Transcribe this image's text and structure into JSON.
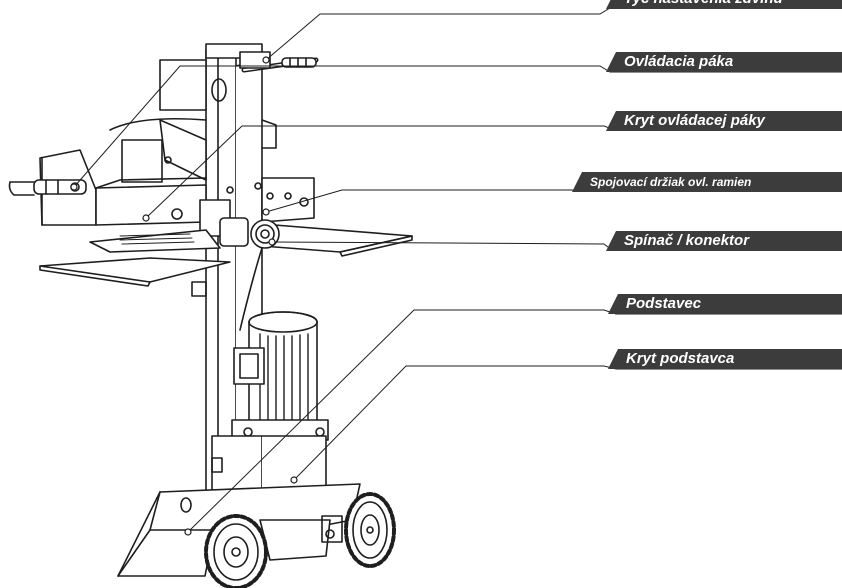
{
  "labels": {
    "stroke_rod": "Tyč nastavenia zdvihu",
    "control_lever": "Ovládacia páka",
    "lever_cover": "Kryt ovládacej páky",
    "arm_bracket": "Spojovací držiak ovl. ramien",
    "switch_connector": "Spínač / konektor",
    "base": "Podstavec",
    "base_cover": "Kryt podstavca"
  },
  "colors": {
    "line": "#1e1e1e",
    "label_bg": "#3c3c3c",
    "label_text": "#ffffff"
  }
}
